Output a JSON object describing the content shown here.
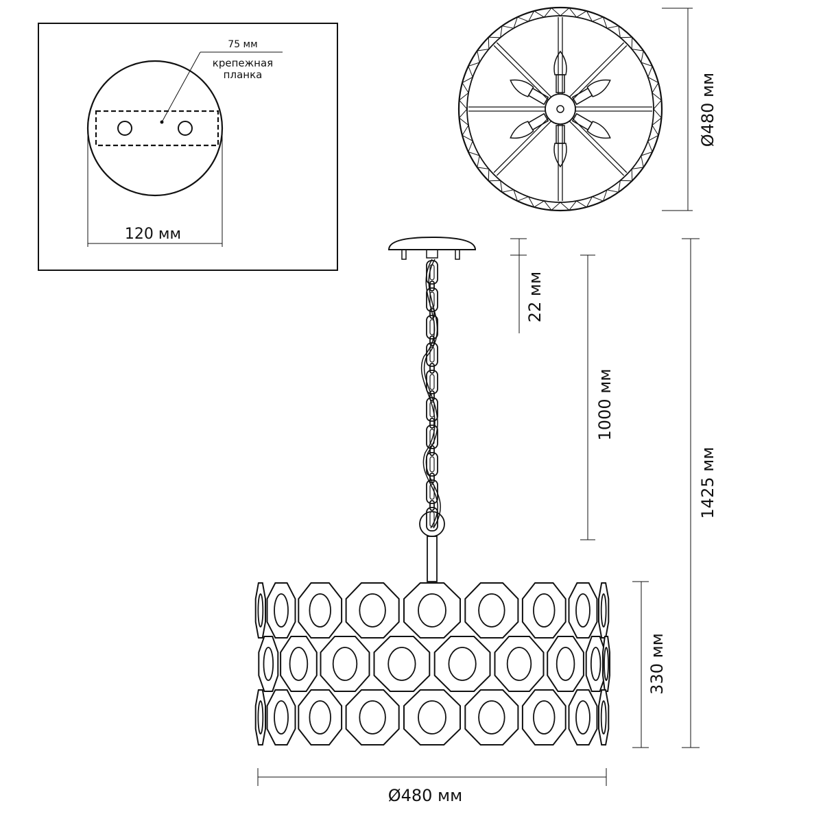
{
  "mount_detail": {
    "width_label": "120 мм",
    "hole_spacing_label": "75 мм",
    "bracket_label_line1": "крепежная",
    "bracket_label_line2": "планка"
  },
  "top_view": {
    "diameter_label": "Ø480 мм",
    "bulb_count": 6
  },
  "side_view": {
    "canopy_height_label": "22 мм",
    "chain_length_label": "1000 мм",
    "total_height_label": "1425 мм",
    "shade_height_label": "330 мм",
    "shade_diameter_label": "Ø480 мм"
  }
}
